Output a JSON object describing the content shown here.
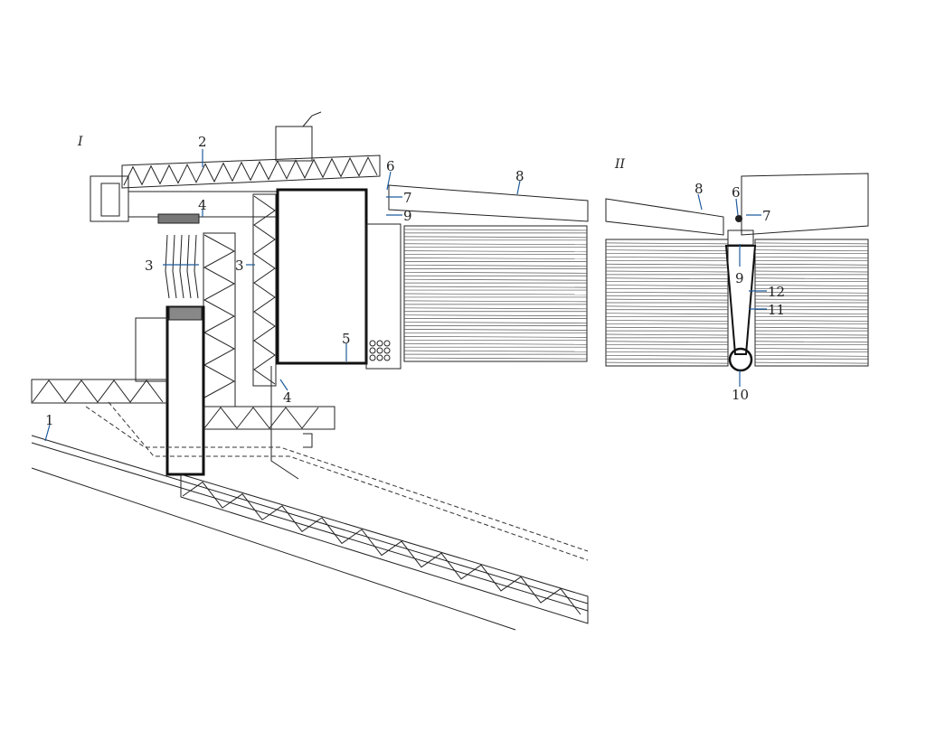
{
  "sections": {
    "one": "I",
    "two": "II"
  },
  "labels_I": {
    "l1": "1",
    "l2": "2",
    "l3a": "3",
    "l3b": "3",
    "l4a": "4",
    "l4b": "4",
    "l5": "5",
    "l6": "6",
    "l7": "7",
    "l8": "8",
    "l9": "9"
  },
  "labels_II": {
    "l6": "6",
    "l7": "7",
    "l8": "8",
    "l9": "9",
    "l10": "10",
    "l11": "11",
    "l12": "12"
  },
  "colors": {
    "leader": "#1f5c9e",
    "line": "#222222"
  }
}
